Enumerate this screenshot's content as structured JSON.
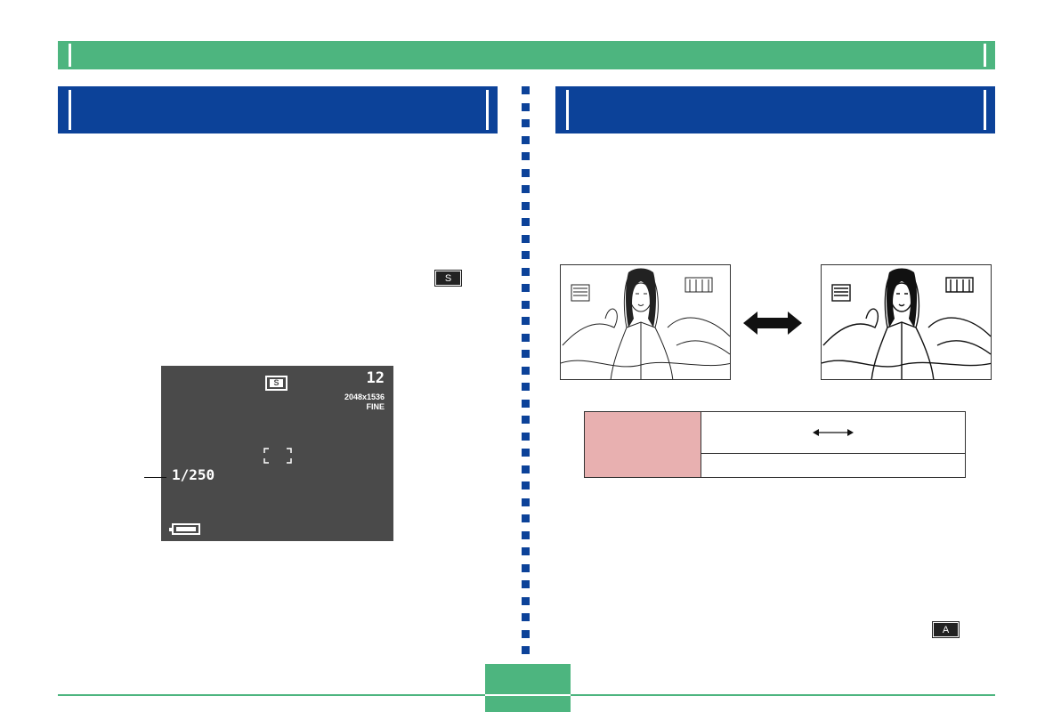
{
  "lcd": {
    "mode_icon_label": "S",
    "shots_remaining": "12",
    "image_size": "2048x1536",
    "quality": "FINE",
    "shutter_speed": "1/250"
  },
  "inline_icons": {
    "shutter_priority_icon": "S",
    "auto_mode_icon": "A"
  },
  "colors": {
    "header_green": "#4db57f",
    "section_blue": "#0c4299",
    "lcd_background": "#4a4a4a",
    "table_label_pink": "#e8b0b0"
  }
}
